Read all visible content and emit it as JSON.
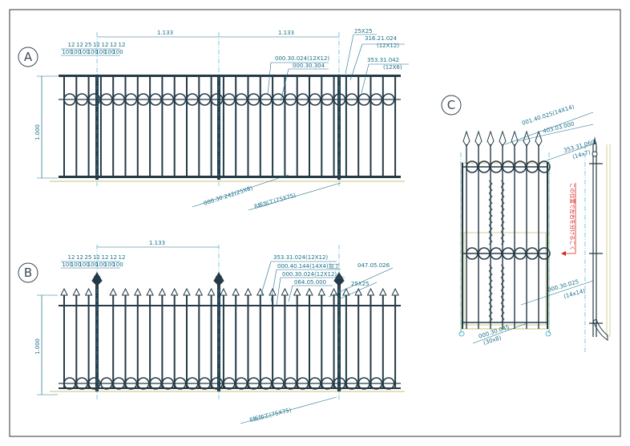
{
  "views": {
    "A": {
      "badge": "A",
      "height_dim": "1.000",
      "spacing_top": [
        "12",
        "12",
        "25",
        "12",
        "12",
        "12",
        "12"
      ],
      "spacing_bottom": [
        "100",
        "100",
        "100",
        "100",
        "100",
        "100",
        "100"
      ],
      "span_1": "1.133",
      "span_2": "1.133",
      "callouts": [
        {
          "code": "25X25",
          "sub": ""
        },
        {
          "code": "316.21.024",
          "sub": "(12X12)"
        },
        {
          "code": "000.30.024(12X12)",
          "sub": ""
        },
        {
          "code": "000.30.304",
          "sub": ""
        },
        {
          "code": "353.31.042",
          "sub": "(12X6)"
        },
        {
          "code": "000.30.242(25X8)",
          "sub": ""
        },
        {
          "code": "ß板加工(75X75)",
          "sub": ""
        }
      ]
    },
    "B": {
      "badge": "B",
      "height_dim": "1.000",
      "spacing_top": [
        "12",
        "12",
        "25",
        "12",
        "12",
        "12",
        "12"
      ],
      "spacing_bottom": [
        "100",
        "100",
        "100",
        "100",
        "100",
        "100",
        "100"
      ],
      "span_1": "1.133",
      "callouts": [
        {
          "code": "353.31.024(12X12)",
          "sub": ""
        },
        {
          "code": "000.40.144(14X4)加工",
          "sub": ""
        },
        {
          "code": "000.30.024(12X12)",
          "sub": ""
        },
        {
          "code": "047.05.026",
          "sub": ""
        },
        {
          "code": "064.05.000",
          "sub": ""
        },
        {
          "code": "25X25",
          "sub": ""
        },
        {
          "code": "ß板加工(75X75)",
          "sub": ""
        }
      ]
    },
    "C": {
      "badge": "C",
      "callouts": [
        {
          "code": "001.40.025(14X14)",
          "sub": ""
        },
        {
          "code": "403.03.000",
          "sub": ""
        },
        {
          "code": "353.31.060",
          "sub": "(14x7)"
        },
        {
          "code": "000.30.025",
          "sub": "(14x14)"
        },
        {
          "code": "000.30.045",
          "sub": "(30x8)"
        }
      ],
      "note": "この位置で左右を分けるこく"
    }
  },
  "colors": {
    "line": "#1a6f8a",
    "steel": "#253a47",
    "rail": "#3a4a57",
    "center": "#2aa5c7",
    "ground": "#c9c07a",
    "note": "#d62828"
  }
}
